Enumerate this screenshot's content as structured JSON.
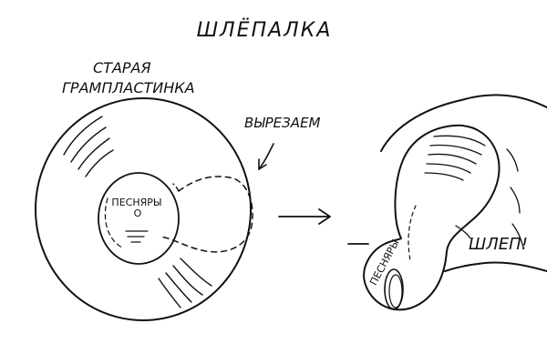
{
  "title": "ШЛЁПАЛКА",
  "labels": {
    "old_record": [
      "СТАРАЯ",
      "ГРАМПЛАСТИНКА"
    ],
    "cut_out": "ВЫРЕЗАЕМ",
    "record_label": [
      "ПЕСНЯРЫ",
      "О"
    ],
    "handle_label": "ПЕСНЯРЫ",
    "slap": "ШЛЕП!"
  }
}
